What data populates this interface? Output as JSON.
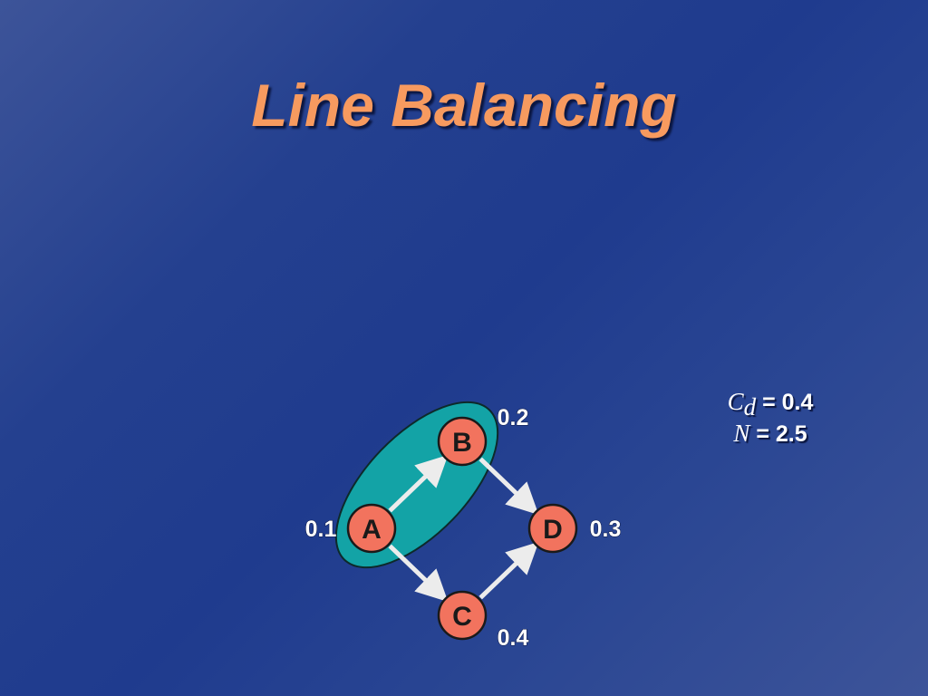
{
  "slide": {
    "title": "Line Balancing",
    "title_color": "#f79a5f"
  },
  "formulas": {
    "cd": {
      "symbol": "C",
      "subscript": "d",
      "equals": "= 0.4"
    },
    "n": {
      "symbol": "N",
      "equals": "= 2.5"
    }
  },
  "diagram": {
    "nodes": [
      {
        "id": "A",
        "label": "A",
        "time": "0.1"
      },
      {
        "id": "B",
        "label": "B",
        "time": "0.2"
      },
      {
        "id": "C",
        "label": "C",
        "time": "0.4"
      },
      {
        "id": "D",
        "label": "D",
        "time": "0.3"
      }
    ],
    "edges": [
      {
        "from": "A",
        "to": "B"
      },
      {
        "from": "A",
        "to": "C"
      },
      {
        "from": "B",
        "to": "D"
      },
      {
        "from": "C",
        "to": "D"
      }
    ],
    "group": {
      "members": [
        "A",
        "B"
      ],
      "color": "#13a3a6"
    },
    "colors": {
      "node_fill": "#f2735e",
      "node_stroke": "#1a1a1a",
      "edge": "#ececec",
      "text": "#ffffff"
    }
  }
}
